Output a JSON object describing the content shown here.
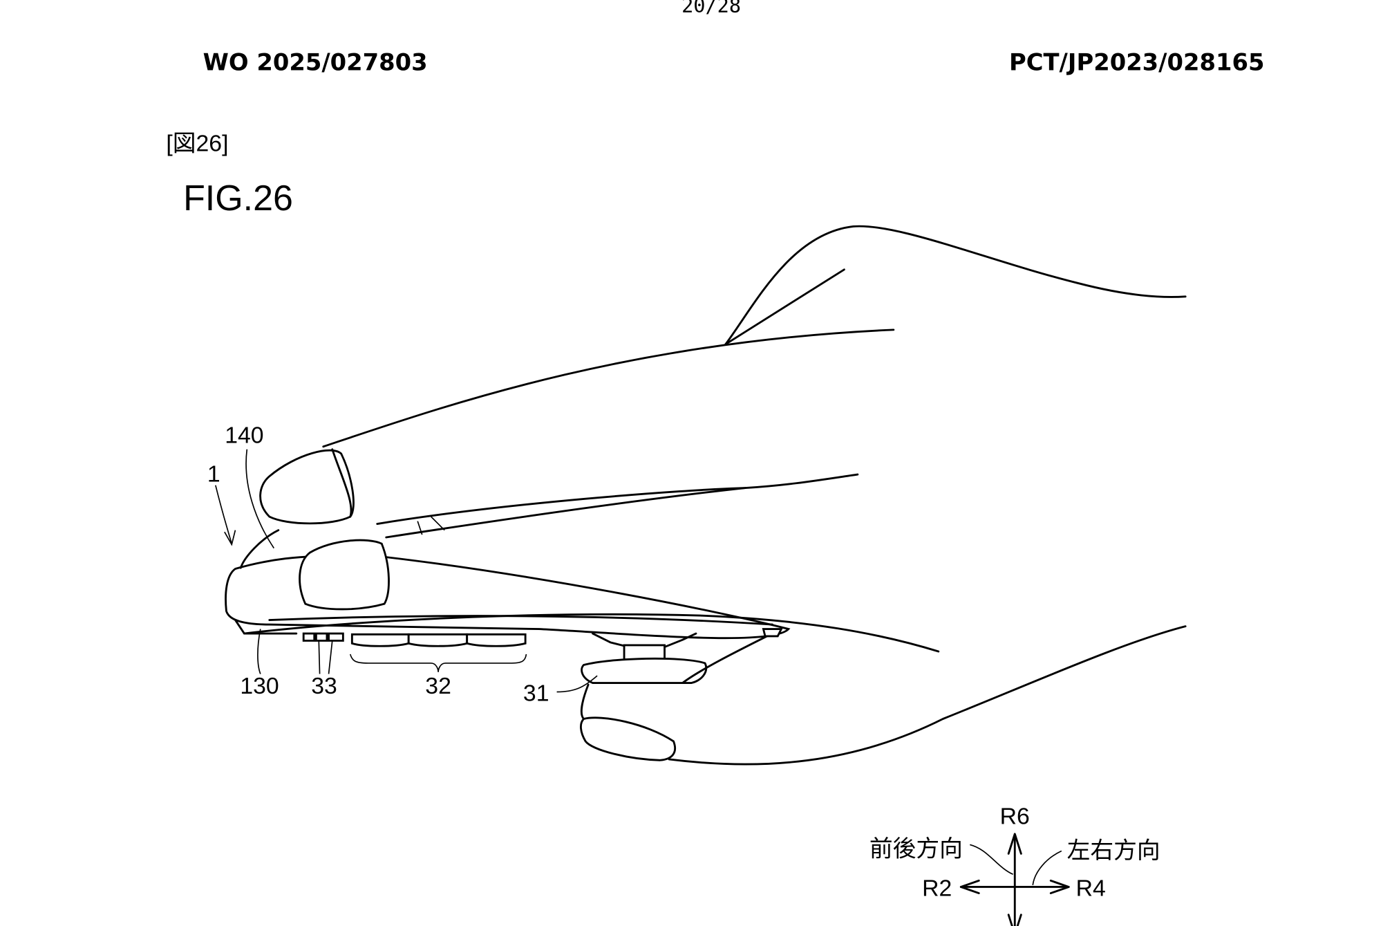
{
  "page_number": "20/28",
  "header": {
    "publication_number": "WO 2025/027803",
    "application_number": "PCT/JP2023/028165"
  },
  "figure": {
    "jp_label": "[図26]",
    "title": "FIG.26",
    "reference_labels": {
      "device": "1",
      "part_140": "140",
      "part_130": "130",
      "part_33": "33",
      "part_32": "32",
      "part_31": "31"
    },
    "direction_legend": {
      "front_back": "前後方向",
      "left_right": "左右方向",
      "r6": "R6",
      "r2": "R2",
      "r4": "R4"
    }
  }
}
